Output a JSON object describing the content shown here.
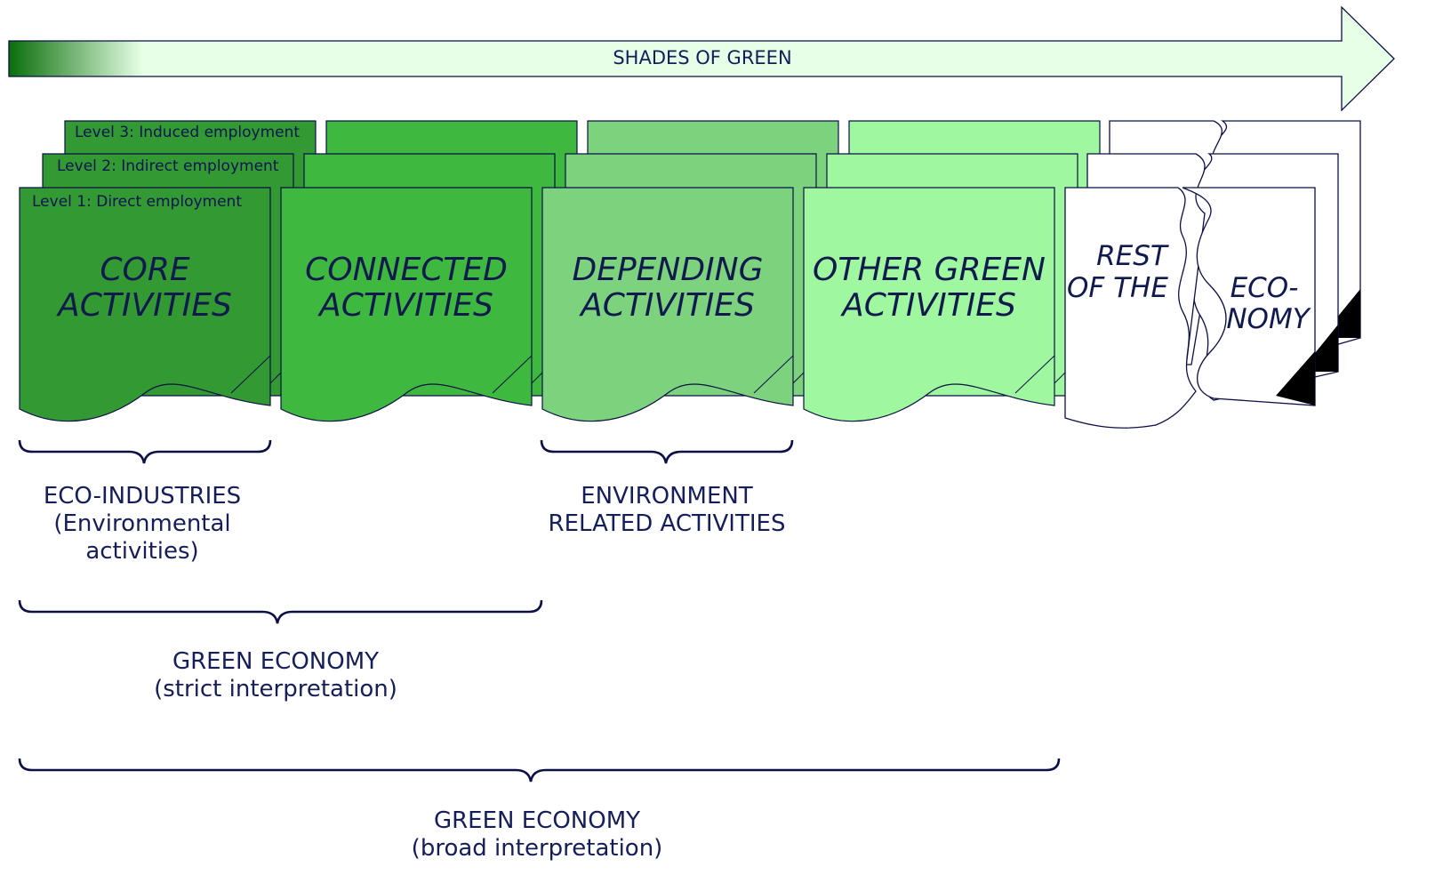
{
  "arrow": {
    "label": "SHADES OF GREEN"
  },
  "levels": [
    "Level 3: Induced employment",
    "Level 2: Indirect employment",
    "Level 1: Direct employment"
  ],
  "columns": [
    {
      "line1": "CORE",
      "line2": "ACTIVITIES",
      "color": "#339933"
    },
    {
      "line1": "CONNECTED",
      "line2": "ACTIVITIES",
      "color": "#3fb83f"
    },
    {
      "line1": "DEPENDING",
      "line2": "ACTIVITIES",
      "color": "#7dd27d"
    },
    {
      "line1": "OTHER GREEN",
      "line2": "ACTIVITIES",
      "color": "#9ff89f"
    }
  ],
  "rest_of_economy": {
    "part1_line1": "REST",
    "part1_line2": "OF THE",
    "part2_line1": "ECO-",
    "part2_line2": "NOMY"
  },
  "groups": {
    "eco_industries": [
      "ECO-INDUSTRIES",
      "(Environmental",
      "activities)"
    ],
    "environment_related": [
      "ENVIRONMENT",
      "RELATED ACTIVITIES"
    ],
    "green_strict": [
      "GREEN ECONOMY",
      "(strict interpretation)"
    ],
    "green_broad": [
      "GREEN ECONOMY",
      "(broad interpretation)"
    ]
  },
  "colors": {
    "stroke": "#0b1045",
    "arrow_fill": "#e6ffe6",
    "arrow_gradient_start": "#0b6e0b"
  }
}
